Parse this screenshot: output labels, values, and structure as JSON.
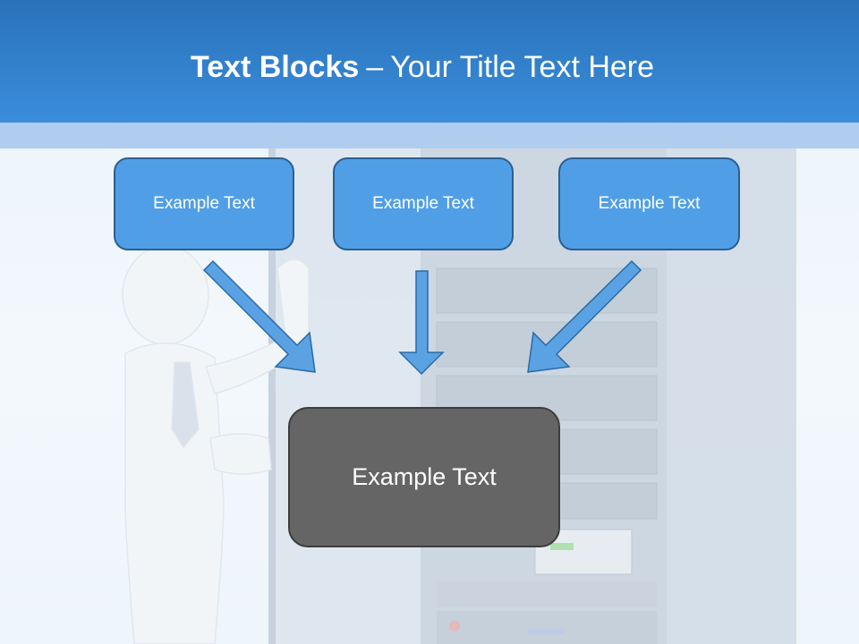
{
  "title": {
    "bold": "Text Blocks",
    "separator": "–",
    "rest": "Your Title Text Here"
  },
  "blocks": [
    {
      "label": "Example Text"
    },
    {
      "label": "Example Text"
    },
    {
      "label": "Example Text"
    }
  ],
  "main_block": {
    "label": "Example Text"
  },
  "colors": {
    "title_bar": "#3a8ddb",
    "title_band": "#b0cdf0",
    "top_box_fill": "#509fe6",
    "top_box_border": "#2c5f91",
    "arrow_fill": "#5aa2e2",
    "arrow_stroke": "#2a6aa6",
    "main_box_fill": "#656565",
    "main_box_border": "#3d3d3d"
  },
  "icons": [
    "arrow-down-right-icon",
    "arrow-down-icon",
    "arrow-down-left-icon"
  ]
}
